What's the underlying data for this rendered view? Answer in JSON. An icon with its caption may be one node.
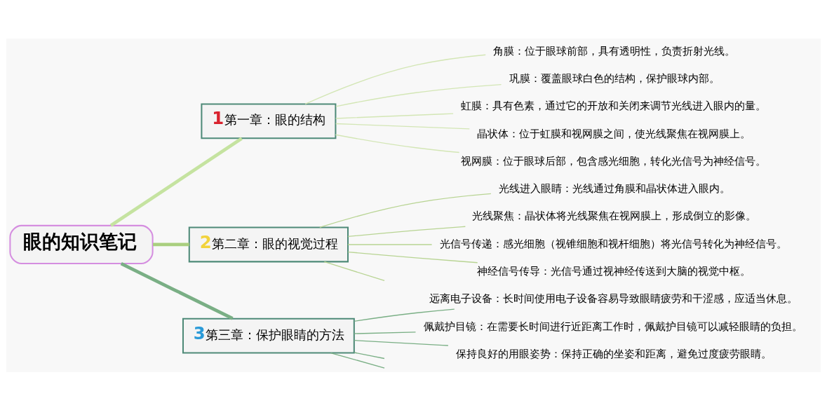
{
  "diagram": {
    "nodes": [
      {
        "text": [
          "眼的知识笔记"
        ]
      },
      {
        "text": [
          "1",
          "第一章：眼的结构"
        ]
      },
      {
        "text": [
          "角膜：位于眼球前部，具有透明性，负责折射光线。"
        ]
      },
      {
        "text": [
          "巩膜：覆盖眼球白色的结构，保护眼球内部。"
        ]
      },
      {
        "text": [
          "虹膜：具有色素，通过它的开放和关闭来调节光线进入眼内的量。"
        ]
      },
      {
        "text": [
          "晶状体：位于虹膜和视网膜之间，使光线聚焦在视网膜上。"
        ]
      },
      {
        "text": [
          "视网膜：位于眼球后部，包含感光细胞，转化光信号为神经信号。"
        ]
      },
      {
        "text": [
          "2",
          "第二章：眼的视觉过程"
        ]
      },
      {
        "text": [
          "光线进入眼睛：光线通过角膜和晶状体进入眼内。"
        ]
      },
      {
        "text": [
          "光线聚焦：晶状体将光线聚焦在视网膜上，形成倒立的影像。"
        ]
      },
      {
        "text": [
          "光信号传递：感光细胞（视锥细胞和视杆细胞）将光信号转化为神经信号。"
        ]
      },
      {
        "text": [
          "神经信号传导：光信号通过视神经传送到大脑的视觉中枢。"
        ]
      },
      {
        "text": [
          "3",
          "第三章：保护眼睛的方法"
        ]
      },
      {
        "text": [
          "远离电子设备：长时间使用电子设备容易导致眼睛疲劳和干涩感，应适当休息。"
        ]
      },
      {
        "text": [
          "佩戴护目镜：在需要长时间进行近距离工作时，佩戴护目镜可以减轻眼睛的负担。"
        ]
      },
      {
        "text": [
          "保持良好的用眼姿势：保持正确的坐姿和距离，避免过度疲劳眼睛。"
        ]
      }
    ],
    "edges": [
      {
        "from": 0,
        "to": 1,
        "arrow": "none",
        "style": "thick",
        "color": "#c5e3a0"
      },
      {
        "from": 1,
        "to": 2,
        "arrow": "none",
        "color": "#d3e6b5"
      },
      {
        "from": 1,
        "to": 3,
        "arrow": "none",
        "color": "#d3e6b5"
      },
      {
        "from": 1,
        "to": 4,
        "arrow": "none",
        "color": "#d3e6b5"
      },
      {
        "from": 1,
        "to": 5,
        "arrow": "none",
        "color": "#d3e6b5"
      },
      {
        "from": 1,
        "to": 6,
        "arrow": "none",
        "color": "#d3e6b5"
      },
      {
        "from": 0,
        "to": 7,
        "arrow": "none",
        "style": "thick",
        "color": "#a9cf7f"
      },
      {
        "from": 7,
        "to": 8,
        "arrow": "none",
        "color": "#b8d493"
      },
      {
        "from": 7,
        "to": 9,
        "arrow": "none",
        "color": "#b8d493"
      },
      {
        "from": 7,
        "to": 10,
        "arrow": "none",
        "color": "#b8d493"
      },
      {
        "from": 7,
        "to": 11,
        "arrow": "none",
        "color": "#b8d493"
      },
      {
        "from": 7,
        "to": null,
        "arrow": "none",
        "color": "#b8d493"
      },
      {
        "from": 0,
        "to": 12,
        "arrow": "none",
        "style": "thick",
        "color": "#7aaf85"
      },
      {
        "from": 12,
        "to": 13,
        "arrow": "none",
        "color": "#7aaf85"
      },
      {
        "from": 12,
        "to": 14,
        "arrow": "none",
        "color": "#7aaf85"
      },
      {
        "from": 12,
        "to": 15,
        "arrow": "none",
        "color": "#7aaf85"
      },
      {
        "from": 12,
        "to": null,
        "arrow": "none",
        "color": "#7aaf85"
      },
      {
        "from": 12,
        "to": null,
        "arrow": "none",
        "color": "#7aaf85"
      }
    ]
  }
}
